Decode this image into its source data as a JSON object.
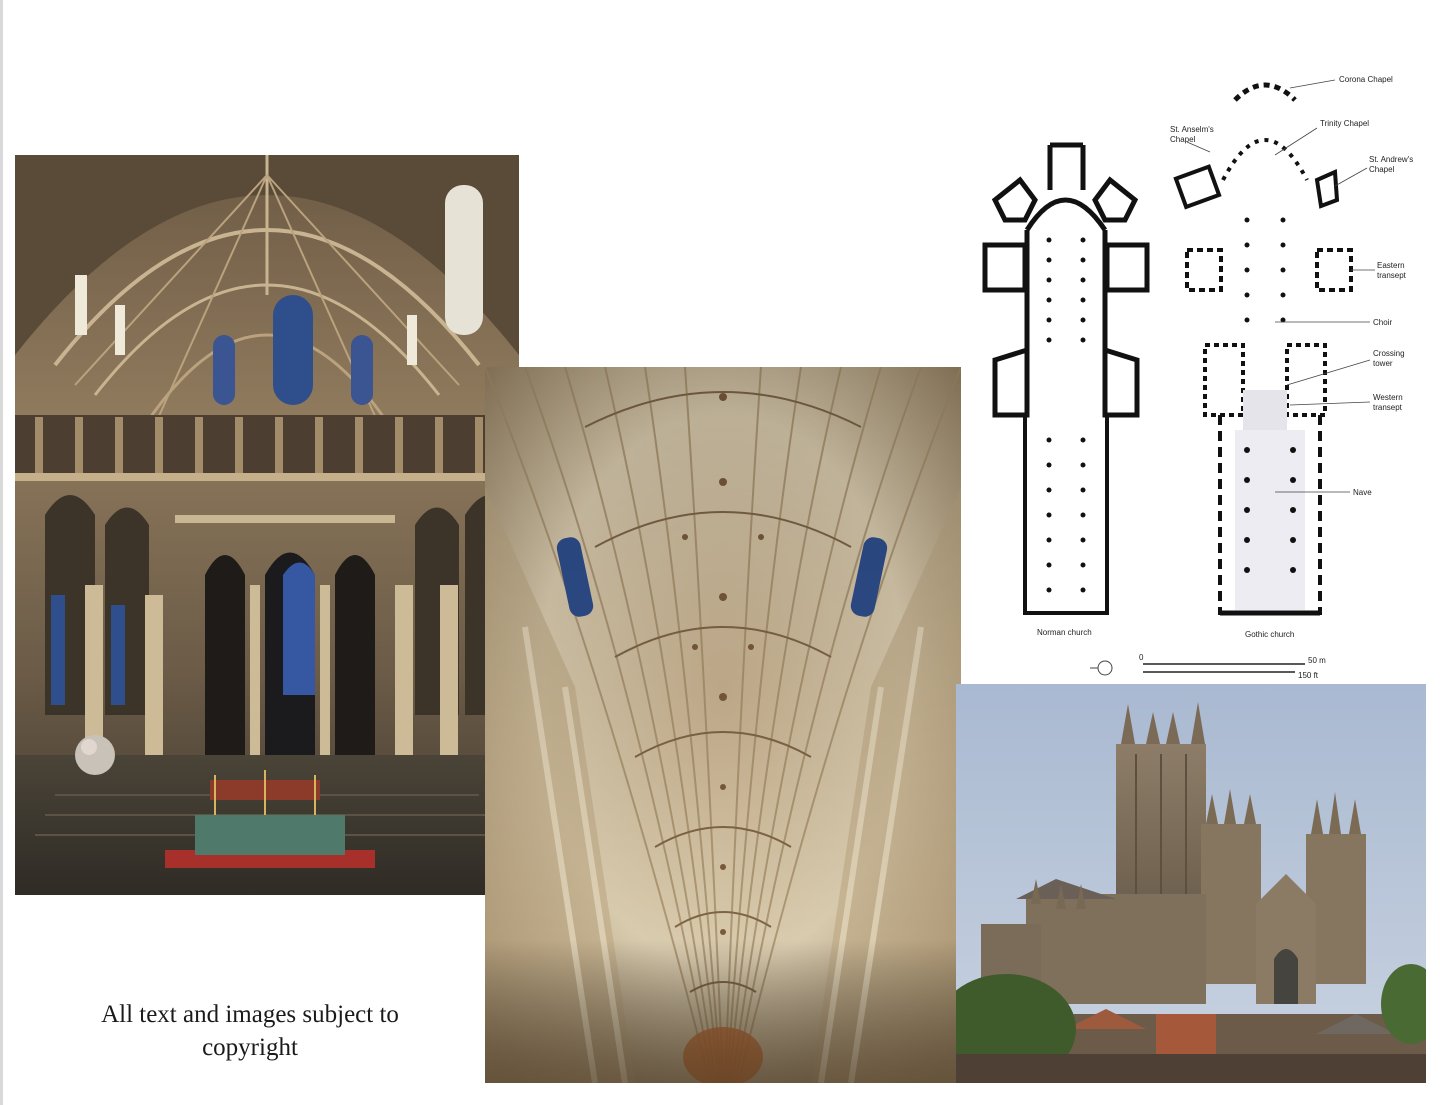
{
  "caption": {
    "line1": "All text and images subject to",
    "line2": "copyright"
  },
  "plan": {
    "labels": {
      "corona_chapel": "Corona Chapel",
      "st_anselms_chapel_1": "St. Anselm's",
      "st_anselms_chapel_2": "Chapel",
      "trinity_chapel": "Trinity Chapel",
      "st_andrews_chapel_1": "St. Andrew's",
      "st_andrews_chapel_2": "Chapel",
      "eastern_transept_1": "Eastern",
      "eastern_transept_2": "transept",
      "choir": "Choir",
      "crossing_tower_1": "Crossing",
      "crossing_tower_2": "tower",
      "western_transept_1": "Western",
      "western_transept_2": "transept",
      "nave": "Nave",
      "norman_church": "Norman church",
      "gothic_church": "Gothic church",
      "scale_m": "50 m",
      "scale_ft": "150 ft",
      "scale_zero": "0"
    }
  },
  "colors": {
    "stone_warm": "#9a7f5c",
    "vault_light": "#d8c7a4",
    "sky": "#b6c6da",
    "window_blue": "#2f4e8c",
    "altar_red": "#a8302a"
  }
}
